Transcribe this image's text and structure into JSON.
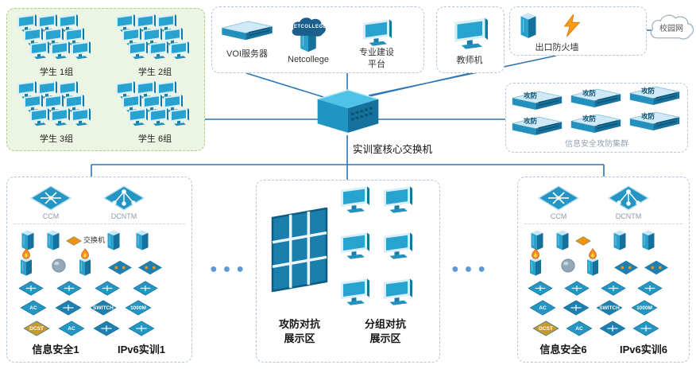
{
  "students": {
    "groups": [
      "学生 1组",
      "学生 2组",
      "学生 3组",
      "学生 6组"
    ]
  },
  "servers": {
    "voi": "VOI服务器",
    "netcollege": "Netcollege",
    "netcollege_badge": "NETCOLLEGE",
    "platform": "专业建设\n平台"
  },
  "teacher": {
    "label": "教师机"
  },
  "egress": {
    "firewall": "出口防火墙",
    "campus": "校园网"
  },
  "core": {
    "label": "实训室核心交换机"
  },
  "cluster": {
    "label": "信息安全攻防集群",
    "rack": "攻防"
  },
  "display": {
    "wall": "攻防对抗\n展示区",
    "group": "分组对抗\n展示区"
  },
  "lab1": {
    "ccm": "CCM",
    "dcntm": "DCNTM",
    "switch_note": "交换机",
    "sec": "信息安全1",
    "ipv6": "IPv6实训1"
  },
  "lab6": {
    "ccm": "CCM",
    "dcntm": "DCNTM",
    "sec": "信息安全6",
    "ipv6": "IPv6实训6"
  },
  "device_labels": {
    "ac": "AC",
    "switch": "SWITCH",
    "speed": "1000M",
    "dcst": "DCST"
  },
  "dots": "●●●",
  "colors": {
    "line": "#2e75b6",
    "device_blue": "#2596c4",
    "accent_orange": "#f59318"
  }
}
